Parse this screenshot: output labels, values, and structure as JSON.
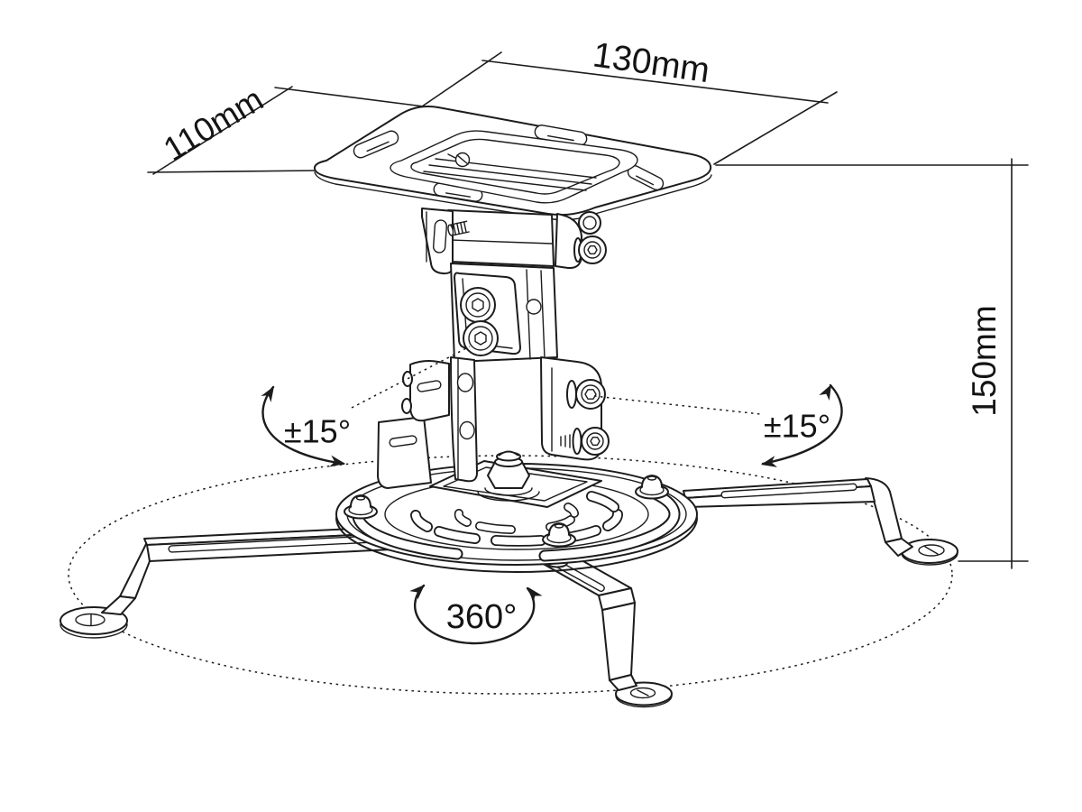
{
  "drawing": {
    "title": "projector-ceiling-mount-technical-drawing",
    "background_color": "#ffffff",
    "line_color": "#1c1c1c",
    "dimensions": {
      "plate_width": "130mm",
      "plate_depth": "110mm",
      "mount_height": "150mm"
    },
    "annotations": {
      "tilt_left": "±15°",
      "tilt_right": "±15°",
      "rotation": "360°"
    }
  }
}
